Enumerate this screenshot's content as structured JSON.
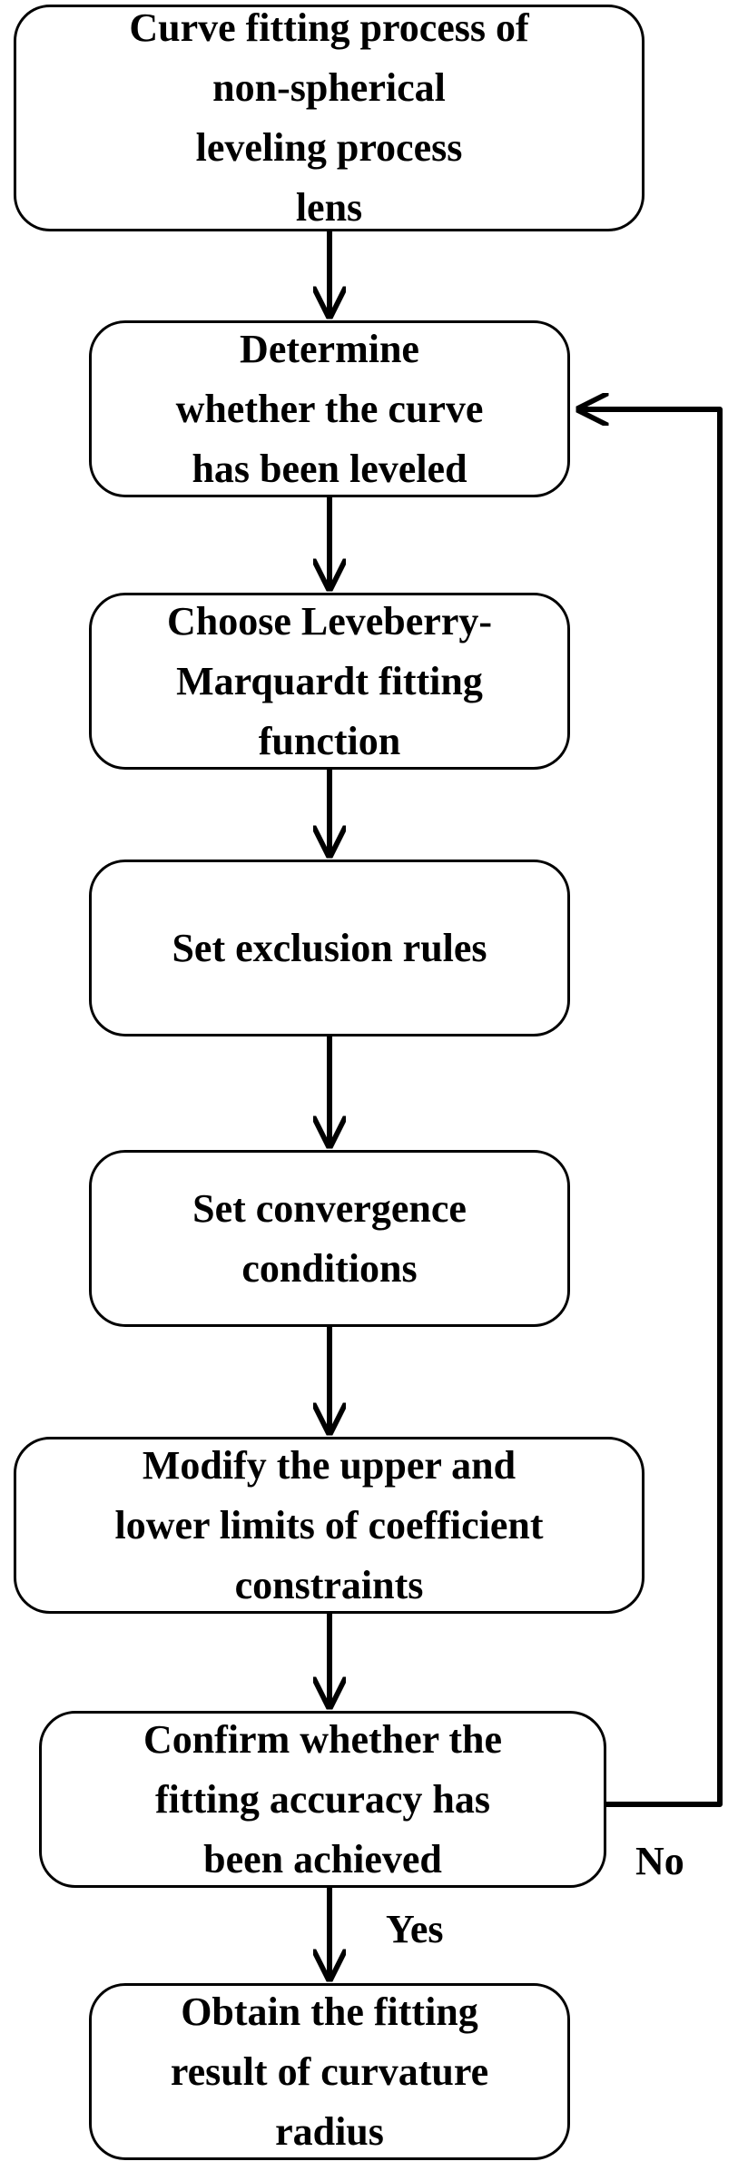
{
  "steps": {
    "start": "Curve fitting process of\nnon-spherical\nleveling process\nlens",
    "determine": "Determine\nwhether the curve\nhas been leveled",
    "choose": "Choose Leveberry-\nMarquardt fitting\nfunction",
    "exclusion": "Set exclusion rules",
    "convergence": "Set convergence\nconditions",
    "modify": "Modify the upper and\nlower limits of coefficient\nconstraints",
    "confirm": "Confirm whether the\nfitting accuracy has\nbeen achieved",
    "result": "Obtain the fitting\nresult of curvature\nradius"
  },
  "edge_labels": {
    "yes": "Yes",
    "no": "No"
  }
}
